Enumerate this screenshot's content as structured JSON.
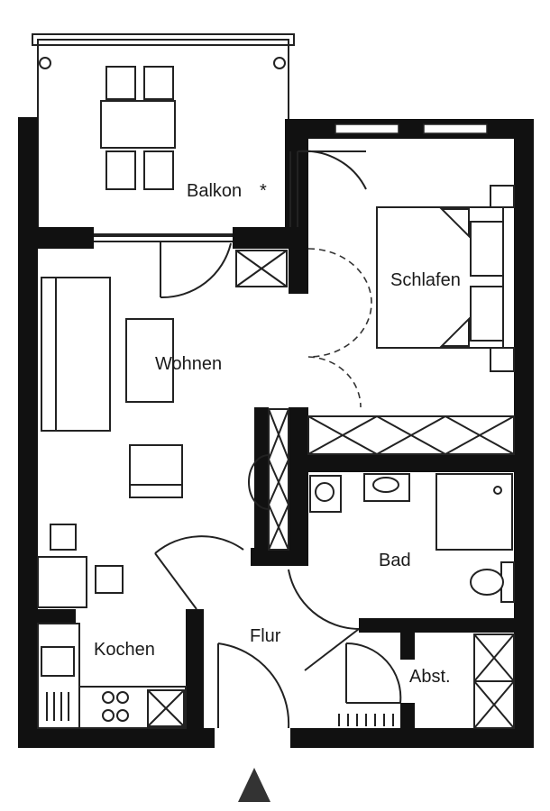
{
  "rooms": {
    "balkon": "Balkon",
    "balkon_mark": "*",
    "schlafen": "Schlafen",
    "wohnen": "Wohnen",
    "bad": "Bad",
    "kochen": "Kochen",
    "flur": "Flur",
    "abst": "Abst."
  },
  "colors": {
    "wall": "#111111",
    "line": "#222222",
    "background": "#ffffff"
  },
  "icons": {
    "entrance": "entrance-arrow-icon"
  }
}
